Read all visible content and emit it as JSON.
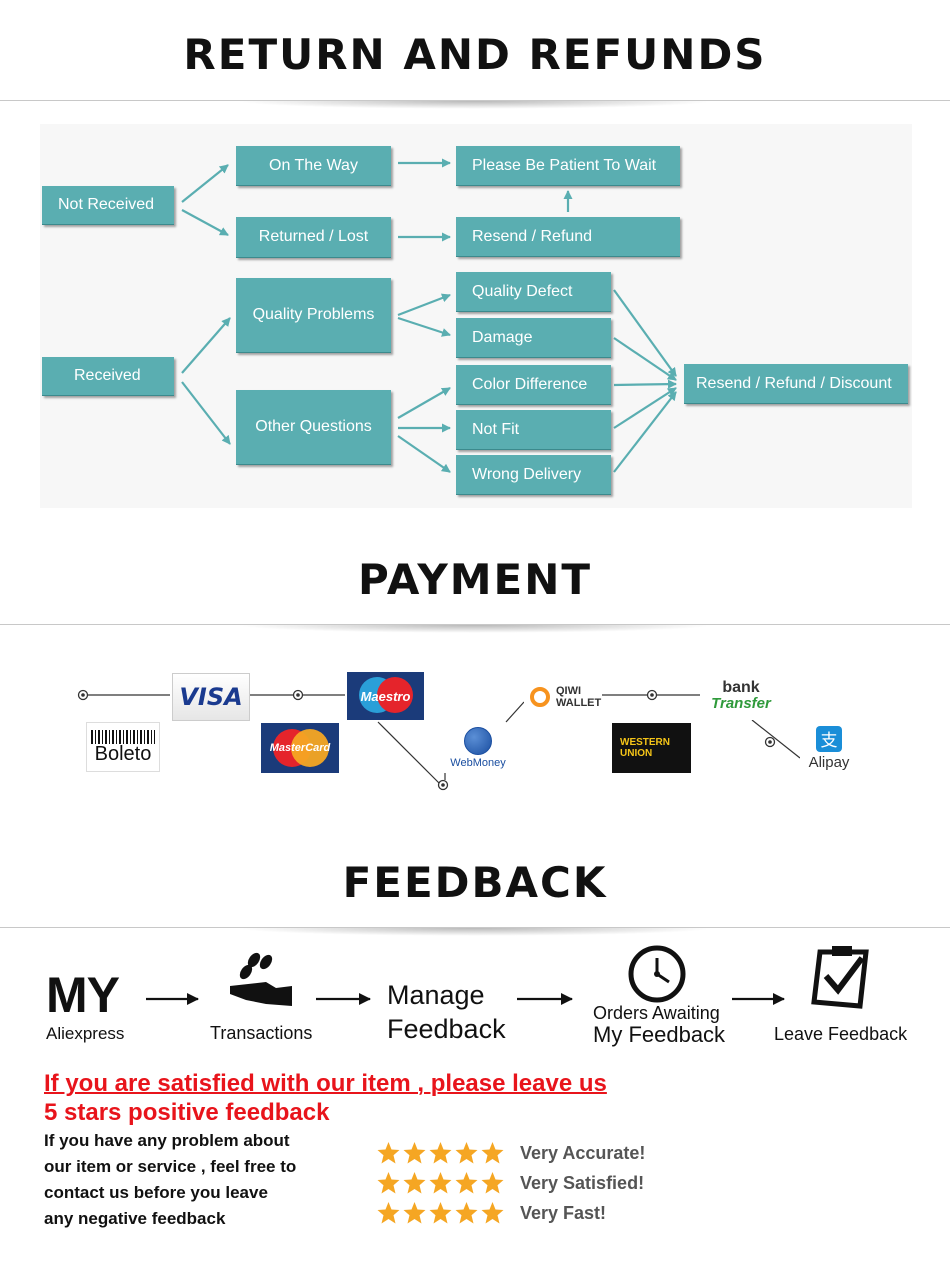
{
  "headings": {
    "returns": "RETURN AND REFUNDS",
    "payment": "PAYMENT",
    "feedback": "FEEDBACK"
  },
  "flowchart": {
    "not_received": "Not Received",
    "on_the_way": "On The Way",
    "returned_lost": "Returned / Lost",
    "please_wait": "Please Be Patient To Wait",
    "resend_refund": "Resend / Refund",
    "received": "Received",
    "quality_problems": "Quality Problems",
    "other_questions": "Other Questions",
    "quality_defect": "Quality Defect",
    "damage": "Damage",
    "color_difference": "Color Difference",
    "not_fit": "Not Fit",
    "wrong_delivery": "Wrong Delivery",
    "resend_refund_discount": "Resend / Refund / Discount"
  },
  "payment": {
    "visa": "VISA",
    "boleto": "Boleto",
    "mastercard": "MasterCard",
    "maestro": "Maestro",
    "webmoney": "WebMoney",
    "qiwi_1": "QIWI",
    "qiwi_2": "WALLET",
    "western_1": "WESTERN",
    "western_2": "UNION",
    "bank_1": "bank",
    "bank_2": "Transfer",
    "alipay": "Alipay",
    "alipay_glyph": "支"
  },
  "feedback_flow": {
    "my": "MY",
    "aliexpress": "Aliexpress",
    "transactions": "Transactions",
    "manage_1": "Manage",
    "manage_2": "Feedback",
    "orders_1": "Orders Awaiting",
    "orders_2": "My Feedback",
    "leave": "Leave Feedback"
  },
  "message": {
    "red_line_1": "If you are satisfied with our item , please leave us",
    "red_line_2": "5 stars positive feedback",
    "plain_1": "If you have any problem about",
    "plain_2": "our item or service , feel free to",
    "plain_3": "contact us before you  leave",
    "plain_4": "any negative feedback"
  },
  "ratings": [
    {
      "label": "Very Accurate!",
      "stars": 5
    },
    {
      "label": "Very Satisfied!",
      "stars": 5
    },
    {
      "label": "Very Fast!",
      "stars": 5
    }
  ],
  "colors": {
    "teal": "#5aaeb1",
    "red": "#e8141b",
    "star": "#f5a623"
  }
}
